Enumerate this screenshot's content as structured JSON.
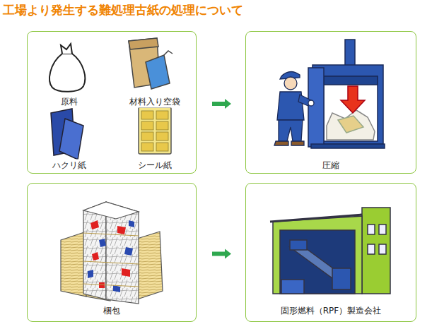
{
  "diagram": {
    "title": "工場より発生する難処理古紙の処理について",
    "nodes": [
      {
        "text": [
          "原料",
          "材料入り空袋",
          "ハクリ紙",
          "シール紙"
        ]
      },
      {
        "text": [
          "圧縮"
        ]
      },
      {
        "text": [
          "梱包"
        ]
      },
      {
        "text": [
          "固形燃料（RPF）製造会社"
        ]
      }
    ],
    "edges": [
      {
        "from": 0,
        "to": 1,
        "arrow": "to"
      },
      {
        "from": 2,
        "to": 3,
        "arrow": "to"
      }
    ]
  }
}
